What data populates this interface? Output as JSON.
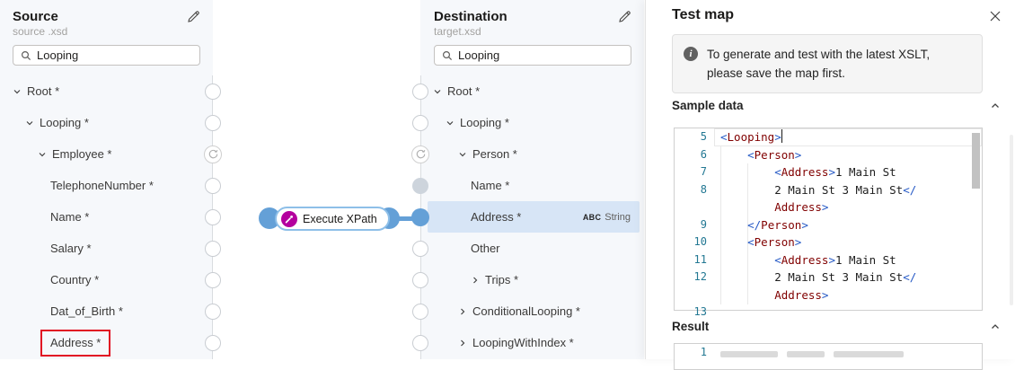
{
  "colors": {
    "accent_blue": "#64a0d7",
    "function_magenta": "#b4009e",
    "annotation_red": "#e11123",
    "selected_row_blue": "#d7e5f6",
    "xml_tag": "#800000",
    "xml_delimiter": "#2458c5",
    "line_number": "#237893"
  },
  "source_panel": {
    "title": "Source",
    "subtitle": "source .xsd",
    "search_value": "Looping",
    "tree": [
      {
        "label": "Root *",
        "depth": 0,
        "expand": "open"
      },
      {
        "label": "Looping *",
        "depth": 1,
        "expand": "open"
      },
      {
        "label": "Employee *",
        "depth": 2,
        "expand": "open",
        "rail": "loop"
      },
      {
        "label": "TelephoneNumber *",
        "depth": 3
      },
      {
        "label": "Name *",
        "depth": 3
      },
      {
        "label": "Salary *",
        "depth": 3
      },
      {
        "label": "Country *",
        "depth": 3
      },
      {
        "label": "Dat_of_Birth *",
        "depth": 3
      },
      {
        "label": "Address *",
        "depth": 3,
        "annotated": true
      }
    ]
  },
  "destination_panel": {
    "title": "Destination",
    "subtitle": "target.xsd",
    "search_value": "Looping",
    "tree": [
      {
        "label": "Root *",
        "depth": 0,
        "expand": "open"
      },
      {
        "label": "Looping *",
        "depth": 1,
        "expand": "open"
      },
      {
        "label": "Person *",
        "depth": 2,
        "expand": "open",
        "rail": "loop"
      },
      {
        "label": "Name *",
        "depth": 3,
        "rail": "gray"
      },
      {
        "label": "Address *",
        "depth": 3,
        "selected": true,
        "rail": "blue",
        "badge": {
          "abc": "ABC",
          "type": "String"
        }
      },
      {
        "label": "Other",
        "depth": 3
      },
      {
        "label": "Trips *",
        "depth": 3,
        "expand": "closed"
      },
      {
        "label": "ConditionalLooping *",
        "depth": 2,
        "expand": "closed"
      },
      {
        "label": "LoopingWithIndex *",
        "depth": 2,
        "expand": "closed"
      }
    ]
  },
  "canvas": {
    "function_node": {
      "label": "Execute XPath"
    }
  },
  "test_map_panel": {
    "title": "Test map",
    "info_banner_line1": "To generate and test with the latest XSLT,",
    "info_banner_line2": "please save the map first.",
    "sample_data": {
      "label": "Sample data",
      "code_lines": [
        {
          "number": "5",
          "current": true,
          "cursor": true,
          "parts": [
            [
              "d",
              "<"
            ],
            [
              "t",
              "Looping"
            ],
            [
              "d",
              ">"
            ]
          ]
        },
        {
          "number": "6",
          "parts": [
            [
              "x",
              "    "
            ],
            [
              "d",
              "<"
            ],
            [
              "t",
              "Person"
            ],
            [
              "d",
              ">"
            ]
          ]
        },
        {
          "number": "7",
          "parts": [
            [
              "x",
              "        "
            ],
            [
              "d",
              "<"
            ],
            [
              "t",
              "Address"
            ],
            [
              "d",
              ">"
            ],
            [
              "x",
              "1 Main St"
            ]
          ]
        },
        {
          "number": "8",
          "parts": [
            [
              "x",
              "        2 Main St 3 Main St"
            ],
            [
              "d",
              "</"
            ]
          ]
        },
        {
          "number": "",
          "parts": [
            [
              "x",
              "        "
            ],
            [
              "t",
              "Address"
            ],
            [
              "d",
              ">"
            ]
          ]
        },
        {
          "number": "9",
          "parts": [
            [
              "x",
              "    "
            ],
            [
              "d",
              "</"
            ],
            [
              "t",
              "Person"
            ],
            [
              "d",
              ">"
            ]
          ]
        },
        {
          "number": "10",
          "parts": [
            [
              "x",
              "    "
            ],
            [
              "d",
              "<"
            ],
            [
              "t",
              "Person"
            ],
            [
              "d",
              ">"
            ]
          ]
        },
        {
          "number": "11",
          "parts": [
            [
              "x",
              "        "
            ],
            [
              "d",
              "<"
            ],
            [
              "t",
              "Address"
            ],
            [
              "d",
              ">"
            ],
            [
              "x",
              "1 Main St"
            ]
          ]
        },
        {
          "number": "12",
          "parts": [
            [
              "x",
              "        2 Main St 3 Main St"
            ],
            [
              "d",
              "</"
            ]
          ]
        },
        {
          "number": "",
          "parts": [
            [
              "x",
              "        "
            ],
            [
              "t",
              "Address"
            ],
            [
              "d",
              ">"
            ]
          ]
        },
        {
          "number": "13",
          "parts": []
        }
      ]
    },
    "result": {
      "label": "Result",
      "first_line_number": "1"
    }
  }
}
